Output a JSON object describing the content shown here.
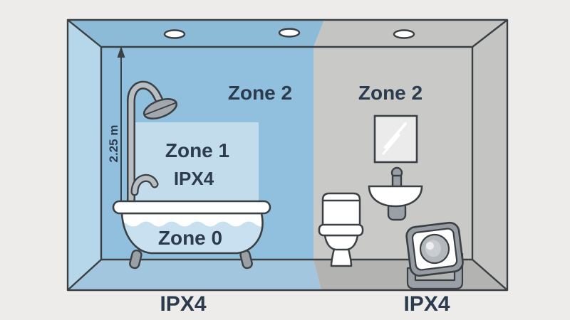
{
  "title": "Bathroom IP rating zones diagram",
  "labels": {
    "zone2_left": "Zone 2",
    "zone2_right": "Zone 2",
    "zone1": "Zone 1",
    "zone1_rating": "IPX4",
    "zone0": "Zone 0",
    "dimension": "2.25 m",
    "rating_bottom_left": "IPX4",
    "rating_bottom_right": "IPX4"
  },
  "colors": {
    "background": "#edecea",
    "outline": "#3b4045",
    "text": "#2c3c4e",
    "wall_blue": "#90c0dd",
    "side_wall_blue": "#b6d6e9",
    "ceiling_blue": "#8cbbd8",
    "floor_blue": "#a2c6dd",
    "zone1_fill": "#c3dcec",
    "wall_gray": "#c9c9c7",
    "ceiling_gray": "#c4c5c3",
    "floor_gray": "#b3b4b2",
    "water": "#c8e0ef",
    "fixture_gray": "#9aa0a5",
    "fixture_light_gray": "#b9bec2"
  },
  "scene": {
    "objects": [
      "recessed-downlight",
      "recessed-downlight",
      "recessed-downlight",
      "height-dimension-arrow",
      "shower",
      "bathtub-with-water",
      "toilet",
      "mirror",
      "washbasin",
      "floodlight"
    ],
    "zones": [
      {
        "name": "Zone 0",
        "location": "inside bathtub"
      },
      {
        "name": "Zone 1",
        "rating": "IPX4",
        "location": "above bathtub to 2.25 m"
      },
      {
        "name": "Zone 2",
        "location": "blue wall area"
      },
      {
        "name": "Zone 2",
        "location": "gray wall area"
      }
    ]
  }
}
